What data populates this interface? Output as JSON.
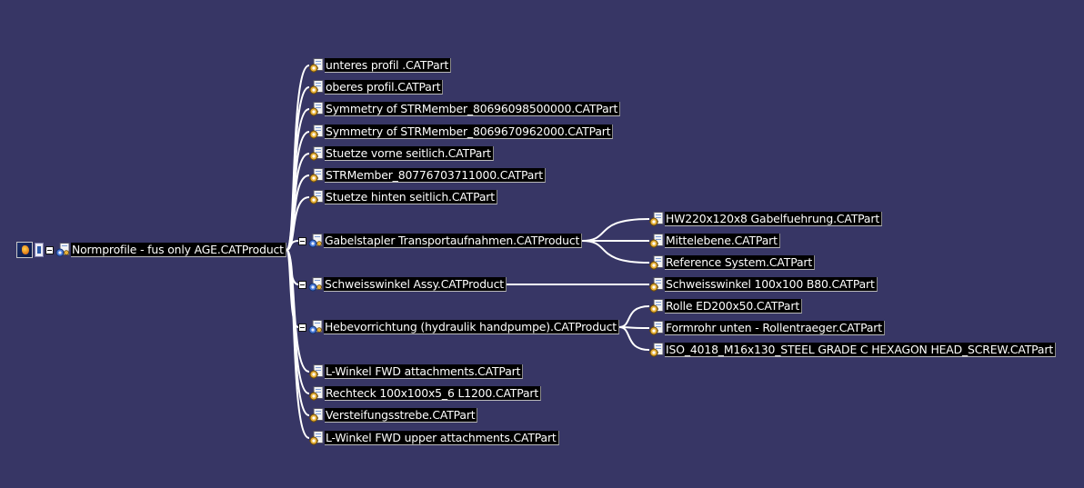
{
  "tree": {
    "root": {
      "label": "Normprofile - fus only AGE.CATProduct",
      "icon": "product-icon"
    },
    "children": [
      {
        "label": "unteres profil .CATPart",
        "icon": "part-icon"
      },
      {
        "label": "oberes profil.CATPart",
        "icon": "part-icon"
      },
      {
        "label": "Symmetry of STRMember_80696098500000.CATPart",
        "icon": "part-icon"
      },
      {
        "label": "Symmetry of STRMember_8069670962000.CATPart",
        "icon": "part-icon"
      },
      {
        "label": "Stuetze vorne seitlich.CATPart",
        "icon": "part-icon"
      },
      {
        "label": "STRMember_80776703711000.CATPart",
        "icon": "part-icon"
      },
      {
        "label": "Stuetze hinten seitlich.CATPart",
        "icon": "part-icon"
      },
      {
        "label": "Gabelstapler Transportaufnahmen.CATProduct",
        "icon": "product-icon",
        "children": [
          {
            "label": "HW220x120x8 Gabelfuehrung.CATPart",
            "icon": "part-icon"
          },
          {
            "label": "Mittelebene.CATPart",
            "icon": "part-icon"
          },
          {
            "label": "Reference System.CATPart",
            "icon": "part-icon"
          }
        ]
      },
      {
        "label": "Schweisswinkel Assy.CATProduct",
        "icon": "product-icon",
        "children": [
          {
            "label": "Schweisswinkel 100x100 B80.CATPart",
            "icon": "part-icon"
          }
        ]
      },
      {
        "label": "Hebevorrichtung (hydraulik handpumpe).CATProduct",
        "icon": "product-icon",
        "children": [
          {
            "label": "Rolle ED200x50.CATPart",
            "icon": "part-icon"
          },
          {
            "label": "Formrohr unten - Rollentraeger.CATPart",
            "icon": "part-icon"
          },
          {
            "label": "ISO_4018_M16x130_STEEL GRADE C HEXAGON HEAD_SCREW.CATPart",
            "icon": "part-icon"
          }
        ]
      },
      {
        "label": "L-Winkel FWD attachments.CATPart",
        "icon": "part-icon"
      },
      {
        "label": "Rechteck 100x100x5_6 L1200.CATPart",
        "icon": "part-icon"
      },
      {
        "label": "Versteifungsstrebe.CATPart",
        "icon": "part-icon"
      },
      {
        "label": "L-Winkel FWD upper attachments.CATPart",
        "icon": "part-icon"
      }
    ]
  },
  "colors": {
    "background": "#373665",
    "label_bg": "#000000",
    "label_text": "#ffffff",
    "branch_line": "#ffffff"
  }
}
